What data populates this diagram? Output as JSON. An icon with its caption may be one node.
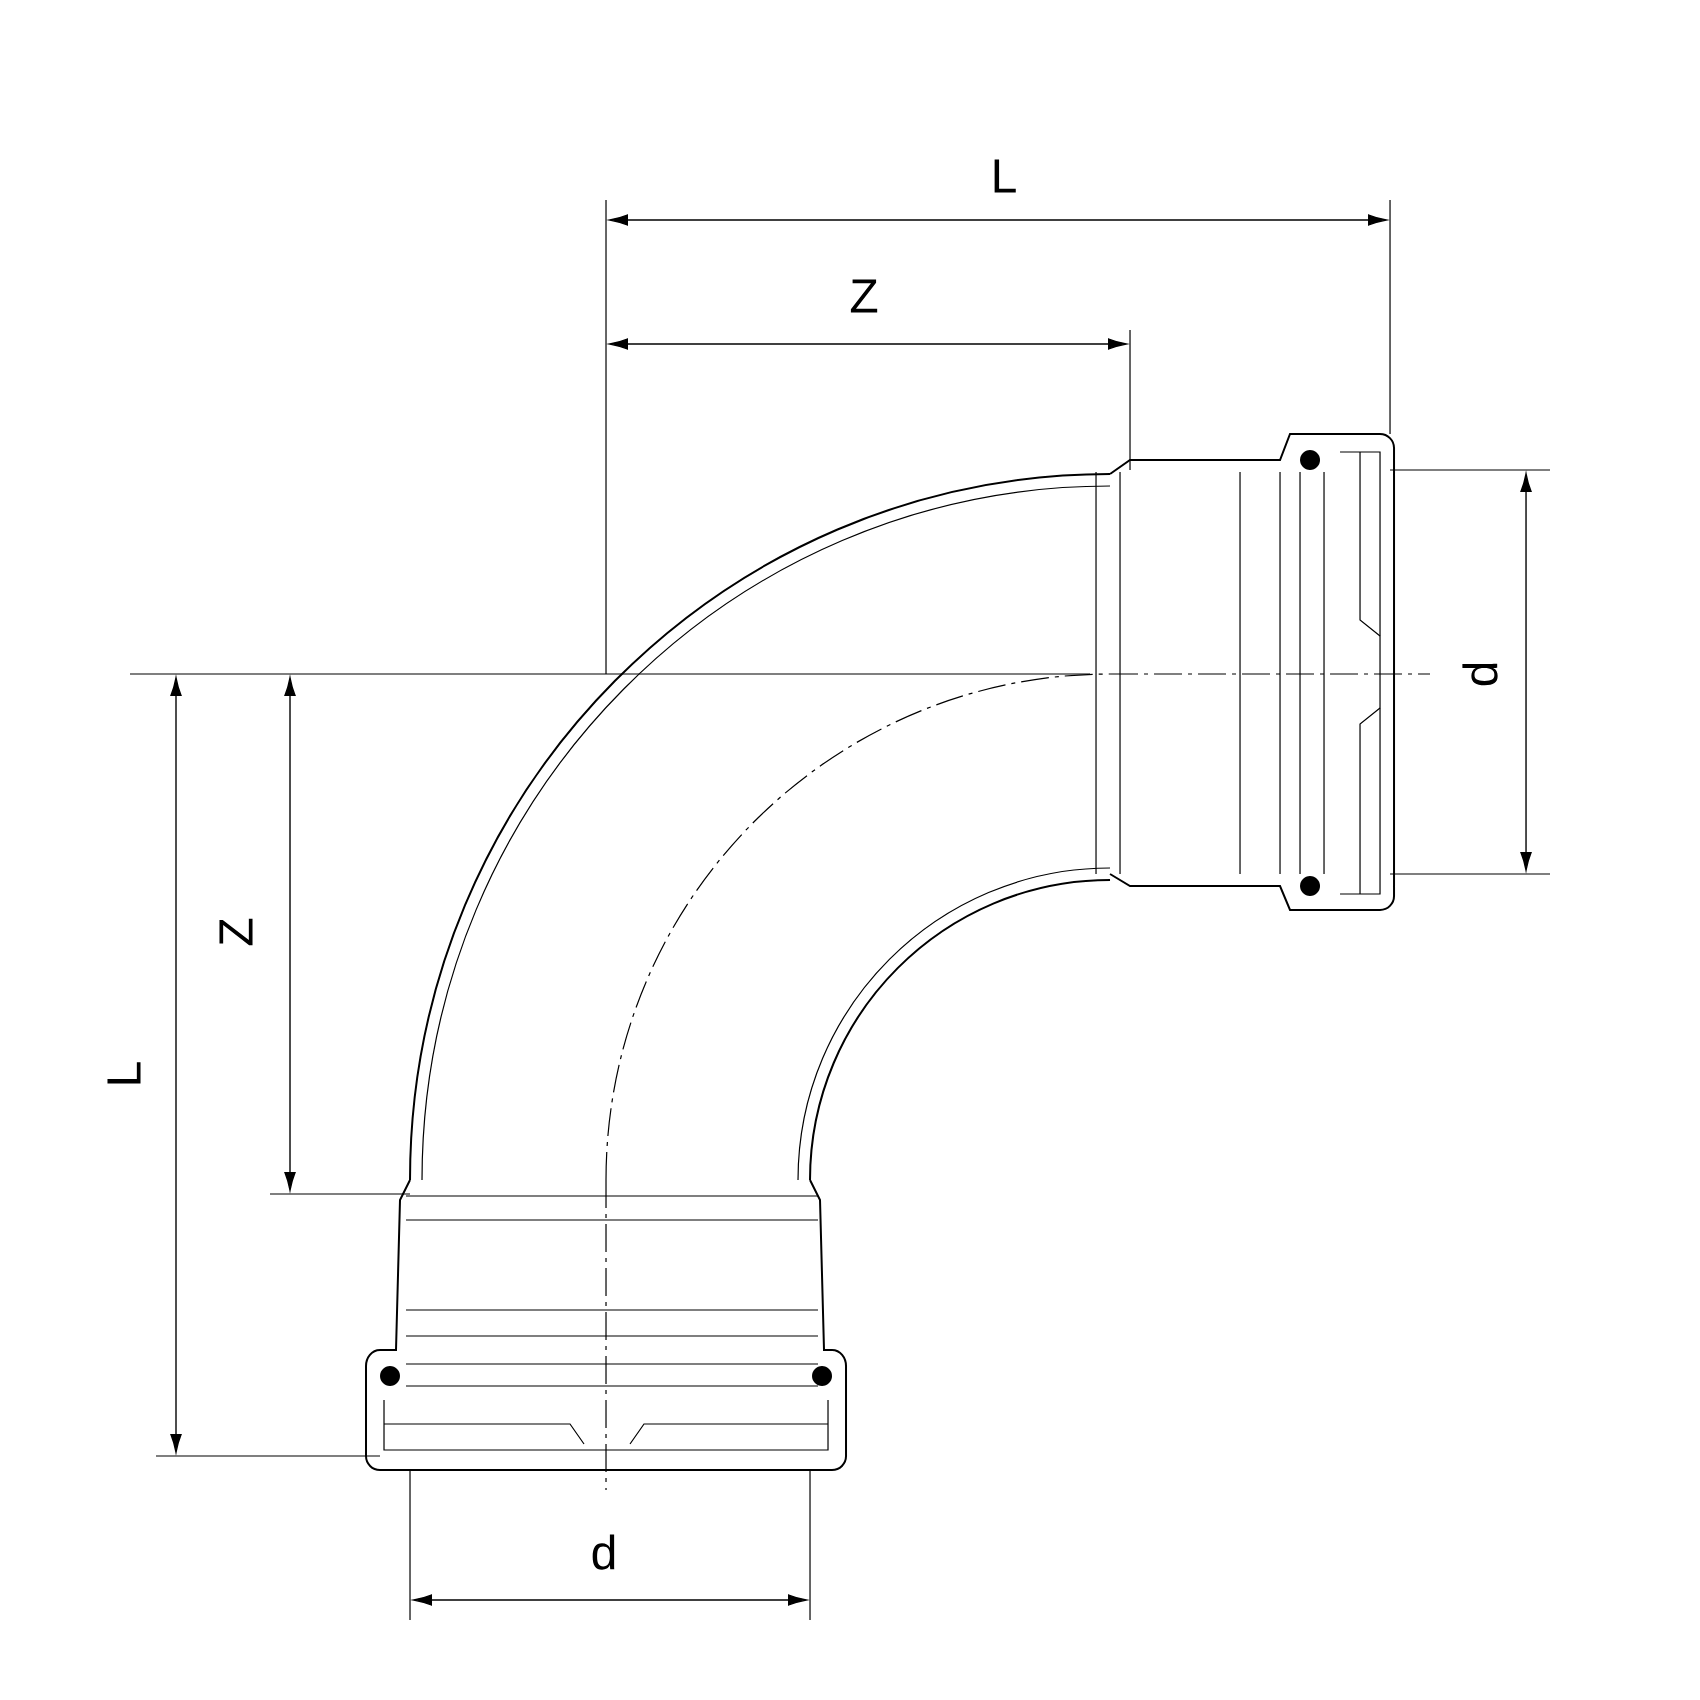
{
  "diagram": {
    "labels": [
      "L",
      "Z",
      "d",
      "Z",
      "L",
      "d"
    ]
  }
}
